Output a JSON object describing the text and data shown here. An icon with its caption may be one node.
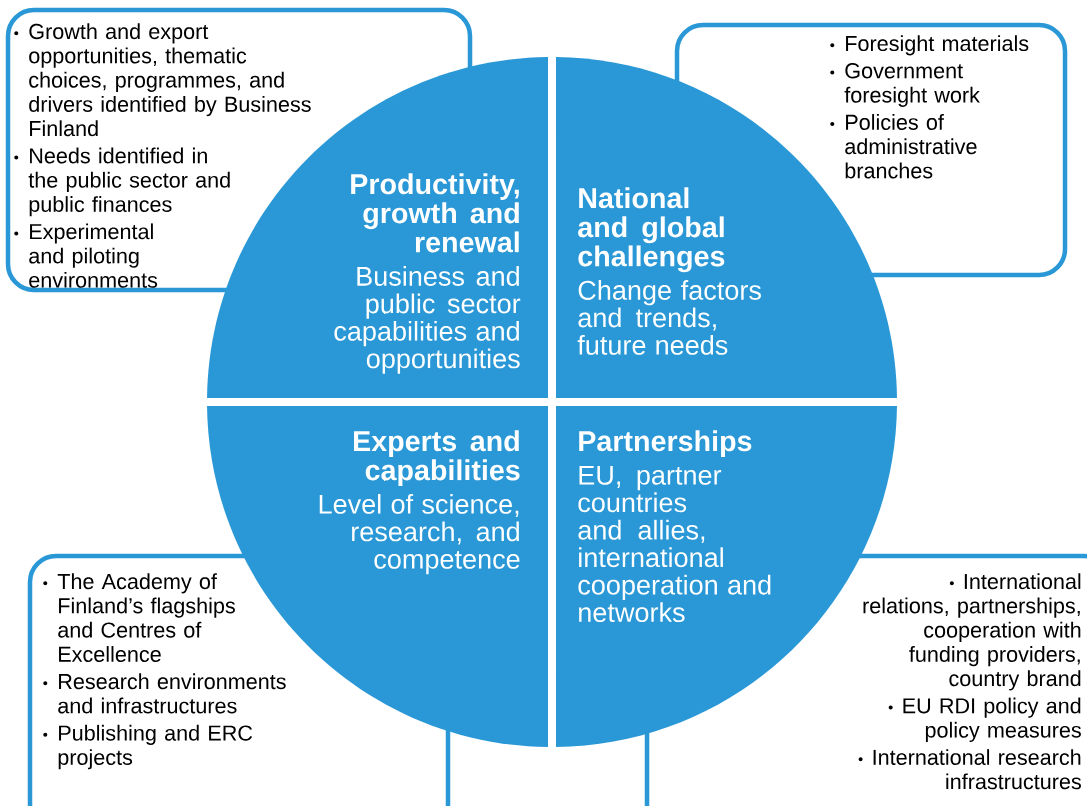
{
  "diagram": {
    "nodes": [
      {
        "text": [
          "Growth and export opportunities, thematic choices, programmes, and drivers identified by Business Finland",
          "Needs identified in the public sector and public finances",
          "Experimental and piloting environments"
        ]
      },
      {
        "text": [
          "Foresight materials",
          "Government foresight work",
          "Policies of administrative branches"
        ]
      },
      {
        "text": [
          "Productivity, growth and renewal",
          "Business and public sector capabilities and opportunities"
        ]
      },
      {
        "text": [
          "National and global challenges",
          "Change factors and trends, future needs"
        ]
      },
      {
        "text": [
          "Experts and capabilities",
          "Level of science, research, and competence"
        ]
      },
      {
        "text": [
          "Partnerships",
          "EU, partner countries and allies, international cooperation and networks"
        ]
      },
      {
        "text": [
          "The Academy of Finland’s flagships and Centres of Excellence",
          "Research environments and infrastructures",
          "Publishing and ERC projects"
        ]
      },
      {
        "text": [
          "International relations, partnerships, cooperation with funding providers, country brand",
          "EU RDI policy and policy measures",
          "International research infrastructures"
        ]
      }
    ]
  }
}
